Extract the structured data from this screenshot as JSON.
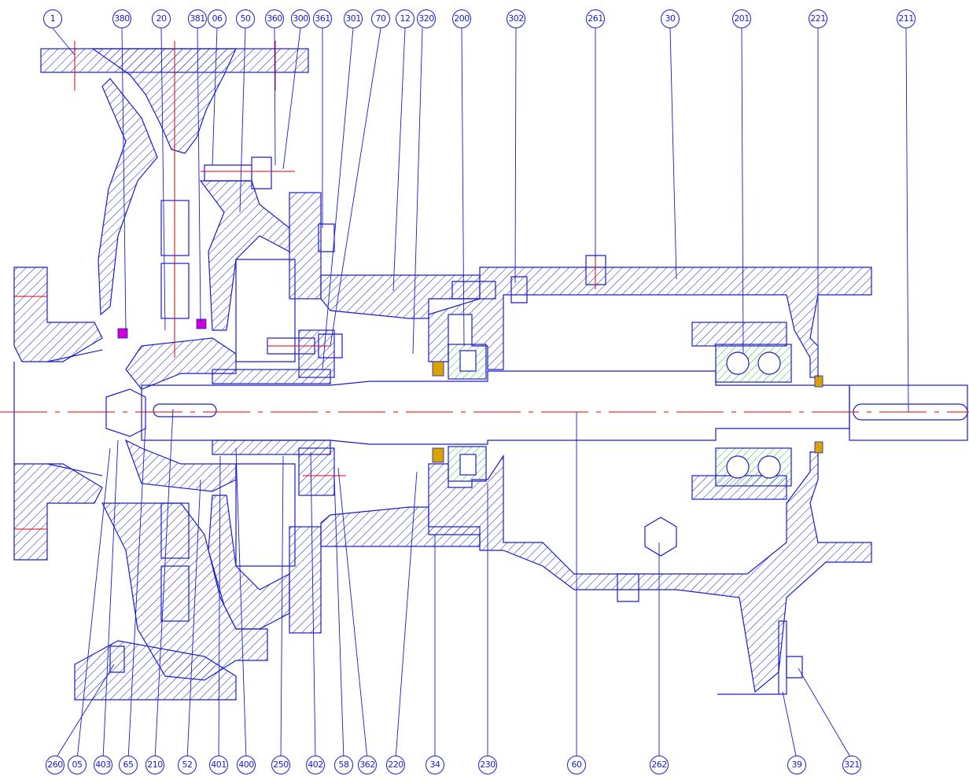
{
  "drawing": {
    "colors": {
      "line": "#1b1bcf",
      "centerline": "#e00000",
      "bearing": "#2bb52b",
      "seal": "#d9a400",
      "oring": "#d000d0"
    },
    "top_callouts": [
      "1",
      "380",
      "20",
      "381",
      "06",
      "50",
      "360",
      "300",
      "361",
      "301",
      "70",
      "12",
      "320",
      "200",
      "302",
      "261",
      "30",
      "201",
      "221",
      "211"
    ],
    "bottom_callouts": [
      "260",
      "05",
      "403",
      "65",
      "210",
      "52",
      "401",
      "400",
      "250",
      "402",
      "58",
      "362",
      "220",
      "34",
      "230",
      "60",
      "262",
      "39",
      "321"
    ]
  }
}
